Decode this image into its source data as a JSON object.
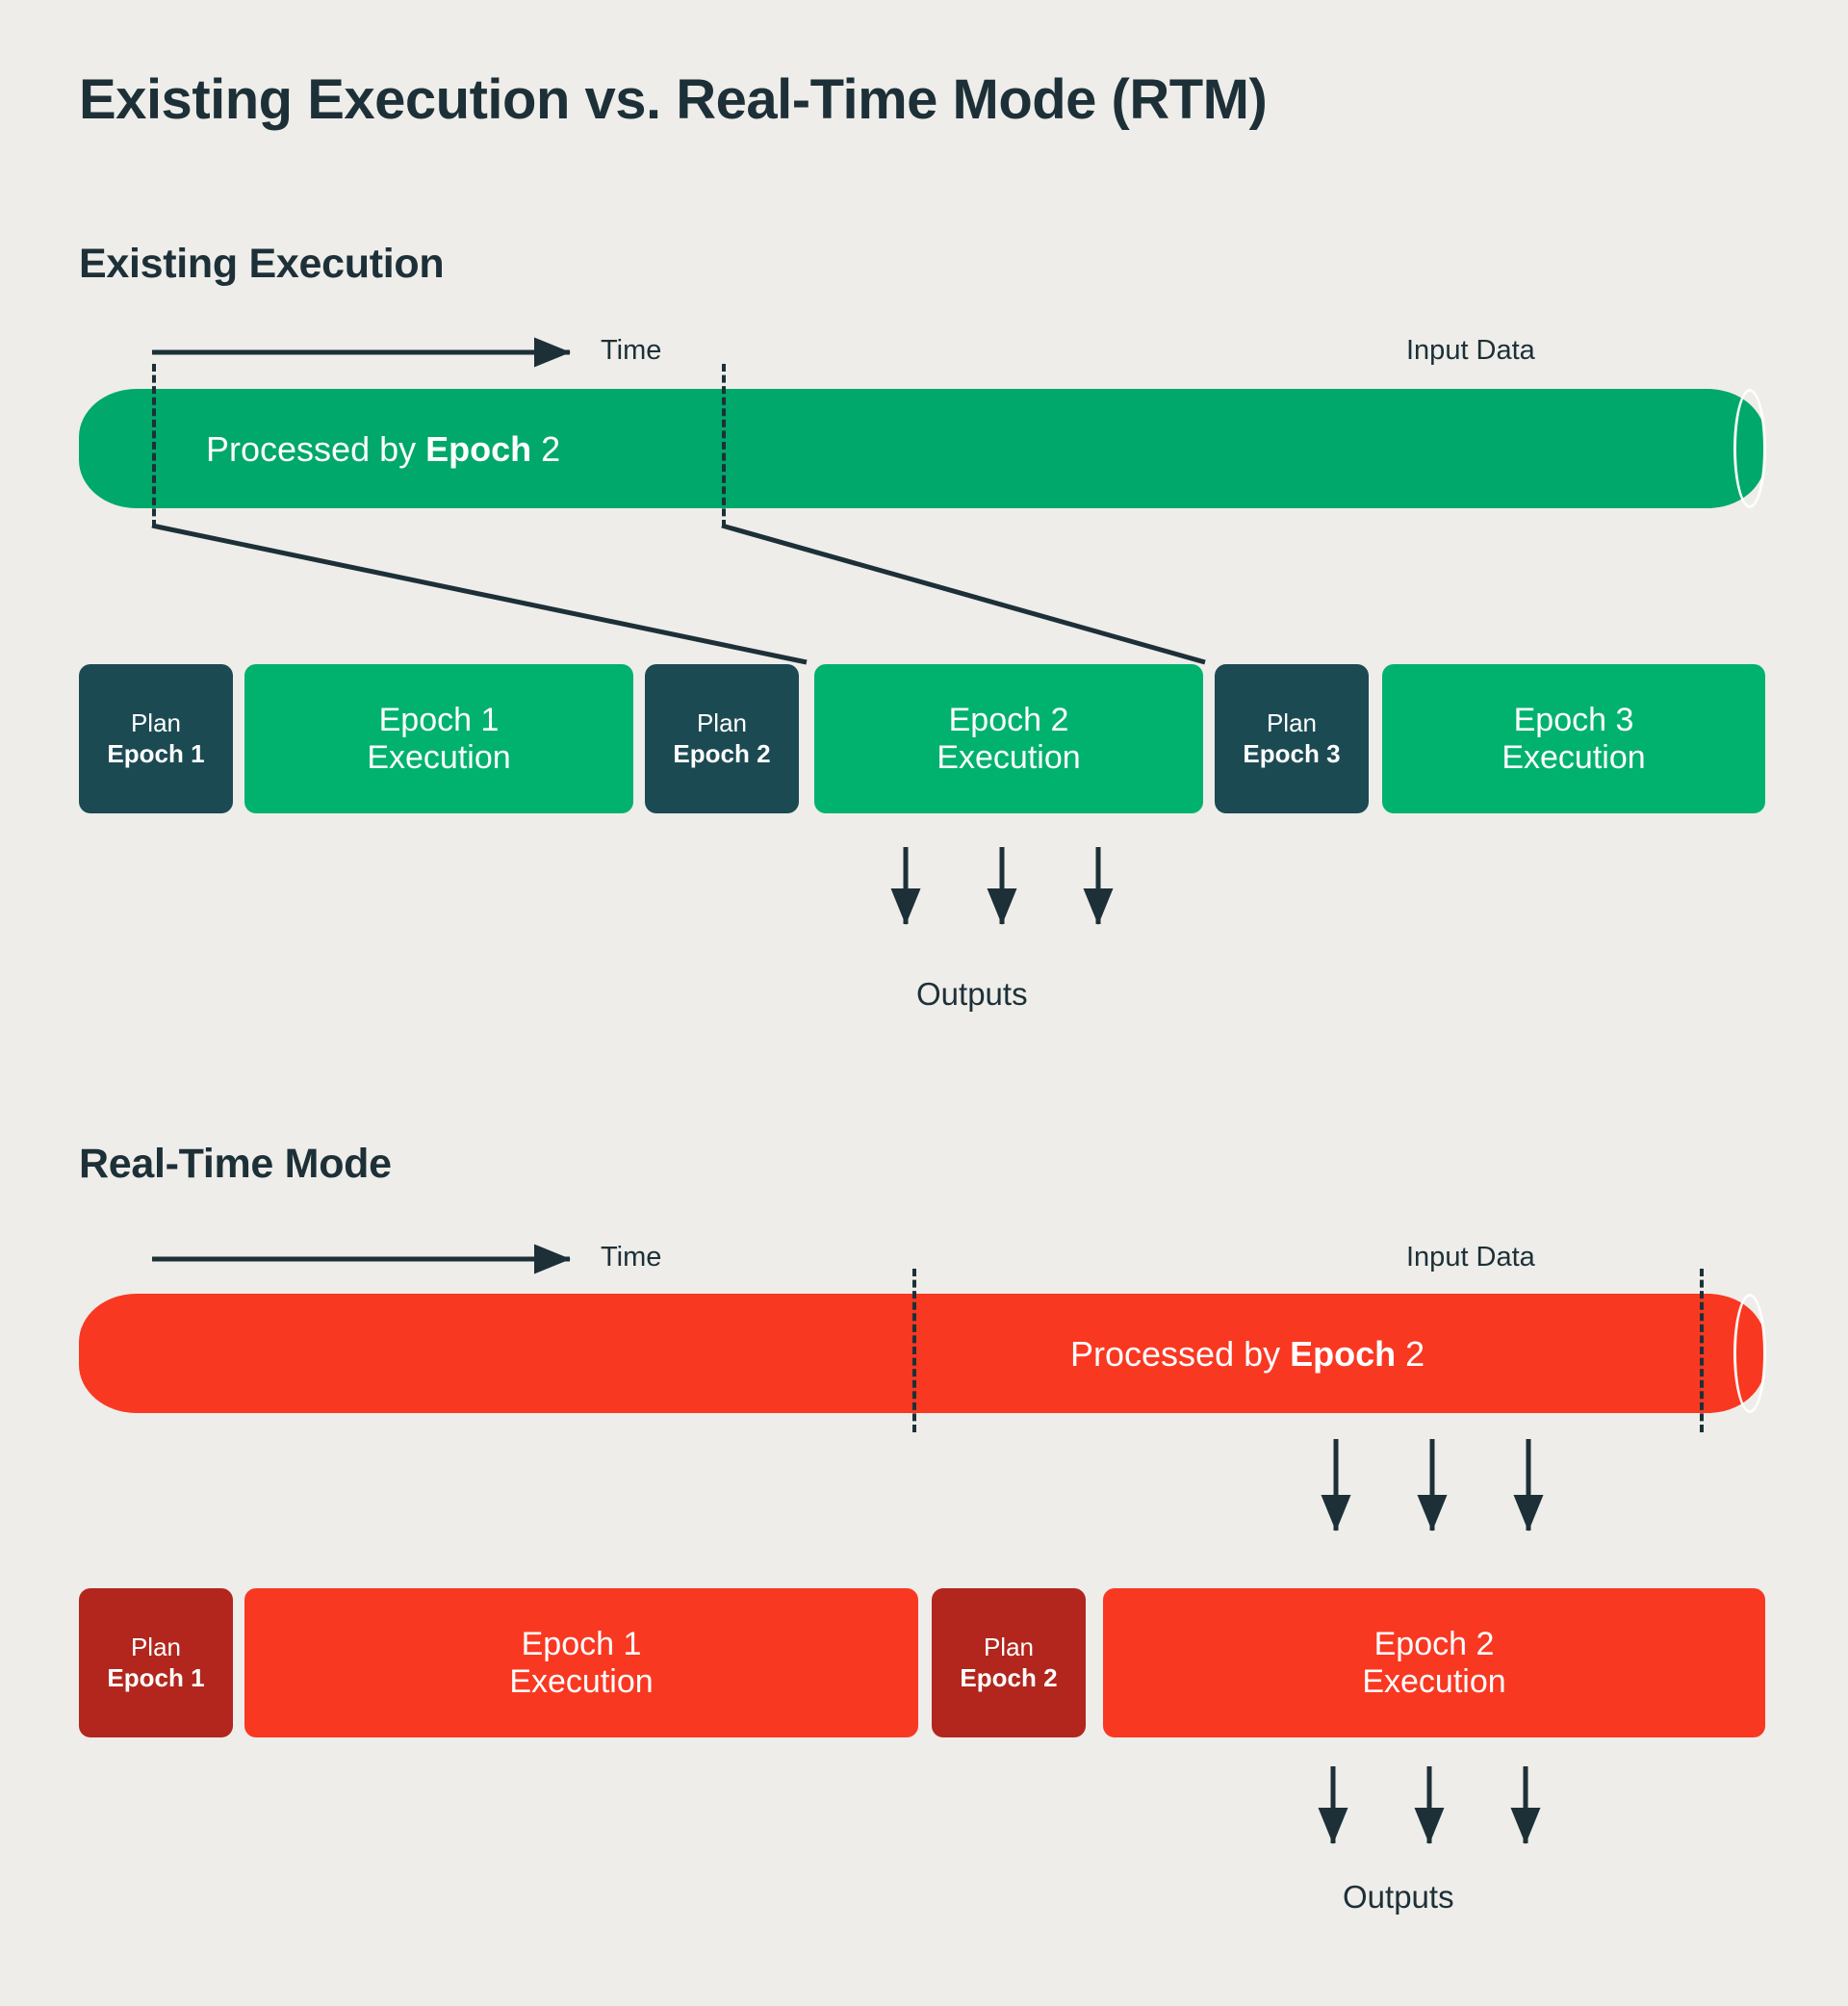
{
  "page": {
    "background": "#EEEDE9",
    "ink": "#1D3038",
    "green": "#00A86B",
    "green_dark": "#1C4A53",
    "red": "#F93822",
    "red_dark": "#B2261D",
    "title": "Existing Execution vs. Real-Time Mode (RTM)"
  },
  "existing": {
    "heading": "Existing Execution",
    "time_label": "Time",
    "input_data_label": "Input Data",
    "cylinder": {
      "prefix": "Processed by ",
      "emphasis": "Epoch",
      "suffix": " 2",
      "color": "#00A86B"
    },
    "outputs_label": "Outputs",
    "boxes": [
      {
        "type": "plan",
        "line1": "Plan",
        "line2": "Epoch 1",
        "color": "#1C4A53"
      },
      {
        "type": "execution",
        "line1": "Epoch 1",
        "line2": "Execution",
        "color": "#00B26E"
      },
      {
        "type": "plan",
        "line1": "Plan",
        "line2": "Epoch 2",
        "color": "#1C4A53"
      },
      {
        "type": "execution",
        "line1": "Epoch 2",
        "line2": "Execution",
        "color": "#00B26E"
      },
      {
        "type": "plan",
        "line1": "Plan",
        "line2": "Epoch 3",
        "color": "#1C4A53"
      },
      {
        "type": "execution",
        "line1": "Epoch 3",
        "line2": "Execution",
        "color": "#00B26E"
      }
    ]
  },
  "realtime": {
    "heading": "Real-Time Mode",
    "time_label": "Time",
    "input_data_label": "Input Data",
    "cylinder": {
      "prefix": "Processed by ",
      "emphasis": "Epoch",
      "suffix": " 2",
      "color": "#F93822"
    },
    "outputs_label": "Outputs",
    "boxes": [
      {
        "type": "plan",
        "line1": "Plan",
        "line2": "Epoch 1",
        "color": "#B2261D"
      },
      {
        "type": "execution",
        "line1": "Epoch 1",
        "line2": "Execution",
        "color": "#F93822"
      },
      {
        "type": "plan",
        "line1": "Plan",
        "line2": "Epoch 2",
        "color": "#B2261D"
      },
      {
        "type": "execution",
        "line1": "Epoch 2",
        "line2": "Execution",
        "color": "#F93822"
      }
    ]
  }
}
